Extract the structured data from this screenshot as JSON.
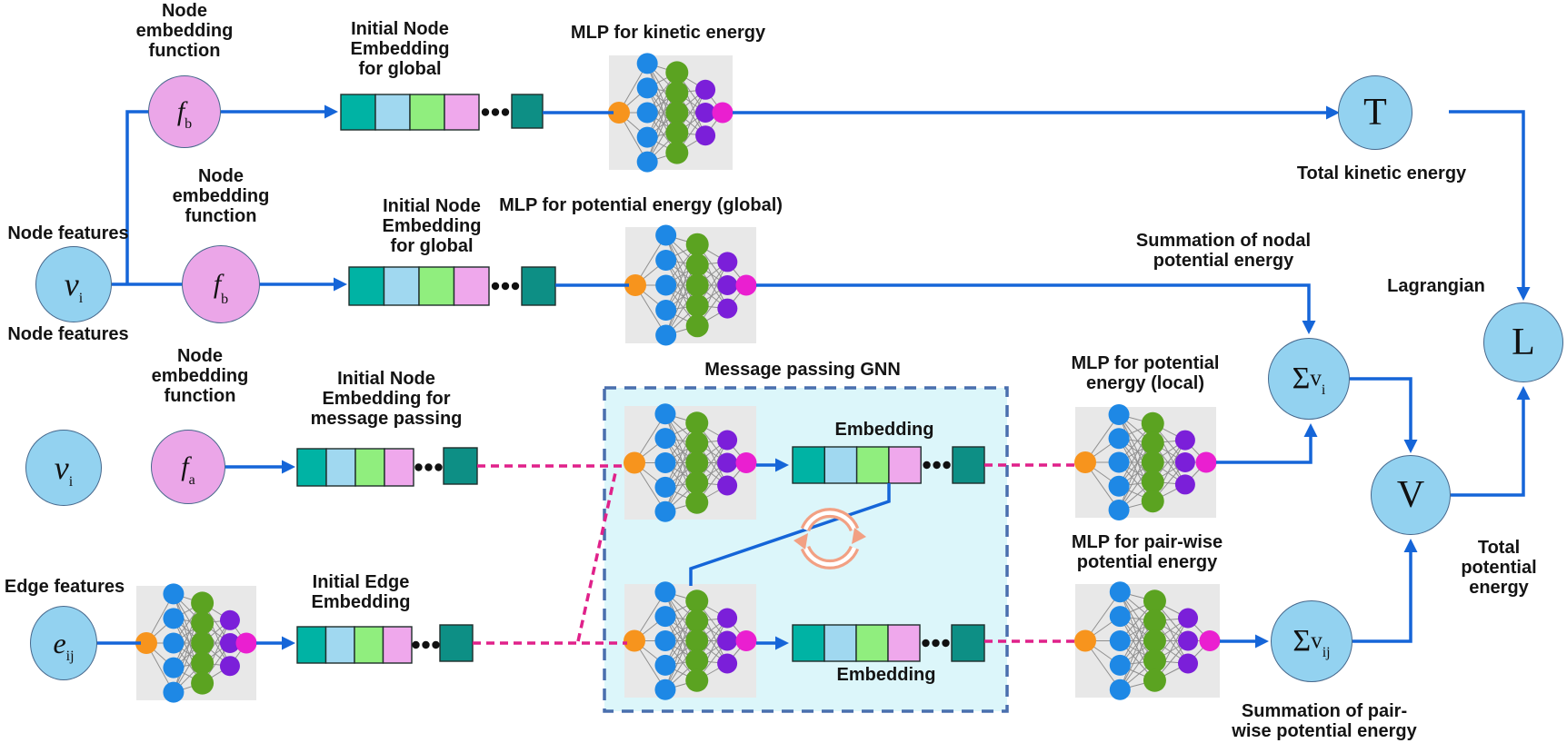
{
  "rows": {
    "kinetic": {
      "embed_fn_label": "Node\nembedding\nfunction",
      "embedding_label": "Initial Node\nEmbedding\nfor global",
      "mlp_label": "MLP for kinetic energy"
    },
    "global_potential": {
      "features_label": "Node features",
      "embed_fn_label": "Node\nembedding\nfunction",
      "embedding_label": "Initial Node\nEmbedding\nfor global",
      "mlp_label": "MLP for potential energy (global)"
    },
    "local_potential": {
      "features_label": "Node features",
      "embed_fn_label": "Node\nembedding\nfunction",
      "embedding_label": "Initial Node\nEmbedding for\nmessage passing",
      "mlp_label": "MLP for potential\nenergy (local)"
    },
    "pairwise": {
      "features_label": "Edge features",
      "embedding_label": "Initial Edge\nEmbedding",
      "mlp_label": "MLP for pair-wise\npotential energy"
    }
  },
  "gnn": {
    "title": "Message passing GNN",
    "embedding_top": "Embedding",
    "embedding_bottom": "Embedding"
  },
  "outputs": {
    "summation_nodal": "Summation of nodal\npotential energy",
    "total_kinetic": "Total kinetic energy",
    "lagrangian": "Lagrangian",
    "total_potential": "Total potential\nenergy",
    "summation_pairwise": "Summation of pair-\nwise potential energy"
  },
  "nodes": {
    "fb1": {
      "main": "f",
      "sub": "b"
    },
    "fb2": {
      "main": "f",
      "sub": "b"
    },
    "fa": {
      "main": "f",
      "sub": "a"
    },
    "vi2": {
      "main": "v",
      "sub": "i"
    },
    "vi3": {
      "main": "v",
      "sub": "i"
    },
    "eij": {
      "main": "e",
      "sub": "ij"
    },
    "T": {
      "main": "T"
    },
    "L": {
      "main": "L"
    },
    "V": {
      "main": "V"
    },
    "sum_vi": {
      "sigma": "Σ",
      "var": "v",
      "sub": "i"
    },
    "sum_vij": {
      "sigma": "Σ",
      "var": "v",
      "sub": "ij"
    }
  },
  "icons": {
    "cycle_icon": "circular-recurrence-arrows"
  },
  "colors": {
    "line_blue": "#1565d8",
    "dashed_pink": "#e0218a",
    "gnn_fill": "#dcf6fa",
    "gnn_border": "#4a6fae",
    "mlp_bg": "#e8e8e8",
    "net_edge": "#8f8f8f",
    "mlp_orange": "#f7941d",
    "mlp_blue": "#1e88e5",
    "mlp_green": "#5ba321",
    "mlp_purple": "#7b1fd9",
    "mlp_magenta": "#ea1fd0",
    "embed_palette": [
      "#00b3a4",
      "#a0d8f0",
      "#90ee7e",
      "#efa8ec"
    ],
    "embed_dark": "#0d8f85",
    "square_border": "#1f2d2b",
    "cycle_icon": "#f2a083",
    "dots": "#111111"
  }
}
